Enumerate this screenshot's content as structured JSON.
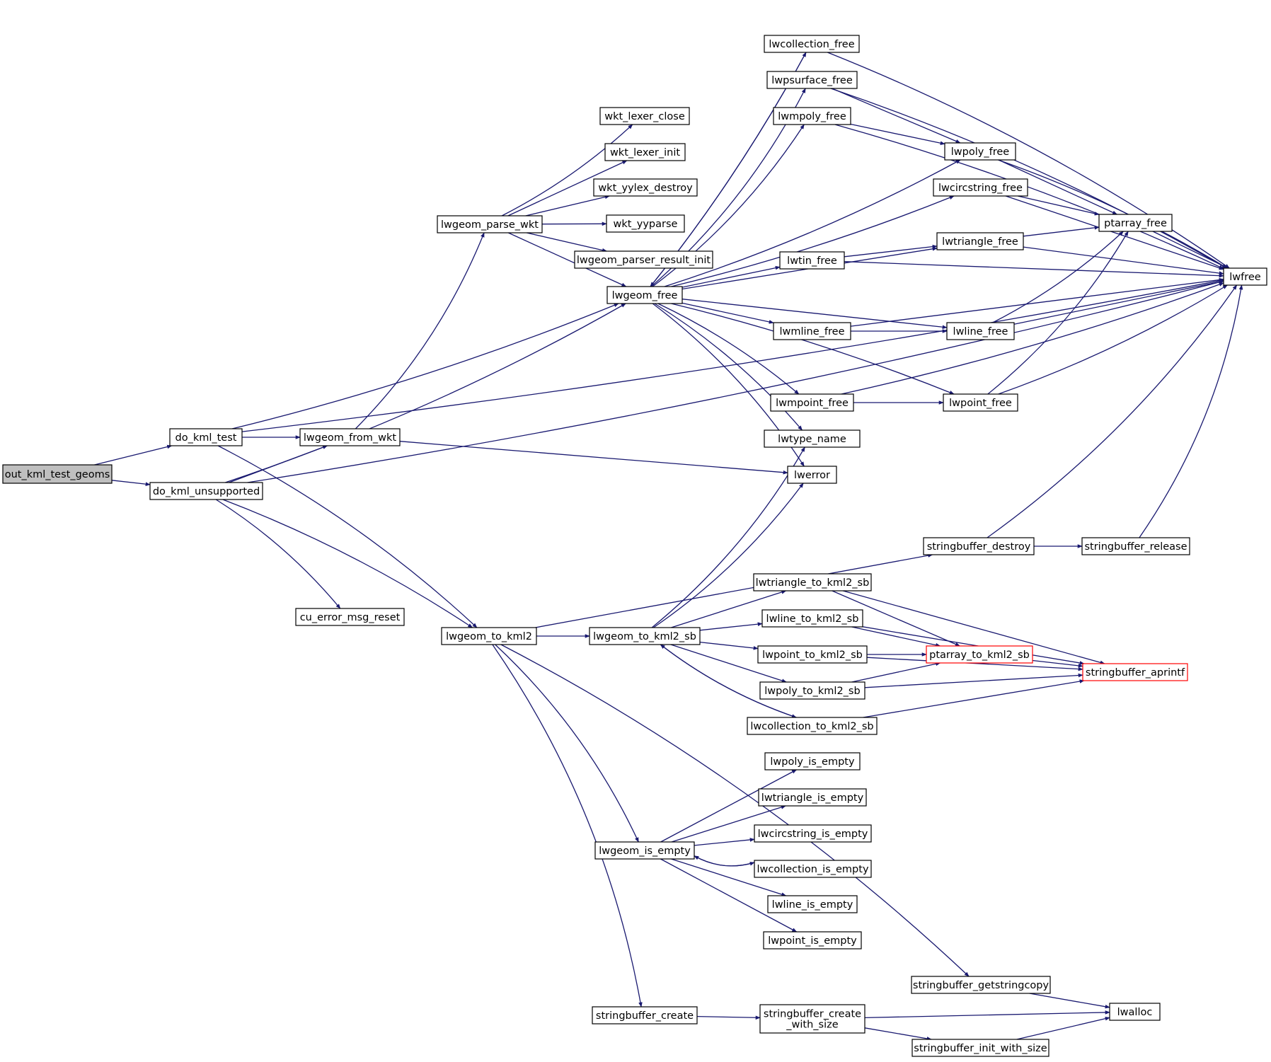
{
  "graph": {
    "colors": {
      "edge": "#191970",
      "node_border": "#000000",
      "root_fill": "#bfbfbf",
      "truncated_border": "#ff0000"
    },
    "nodes": [
      {
        "id": "out_kml_test_geoms",
        "label": "out_kml_test_geoms",
        "kind": "root"
      },
      {
        "id": "do_kml_test",
        "label": "do_kml_test"
      },
      {
        "id": "do_kml_unsupported",
        "label": "do_kml_unsupported"
      },
      {
        "id": "lwgeom_from_wkt",
        "label": "lwgeom_from_wkt"
      },
      {
        "id": "cu_error_msg_reset",
        "label": "cu_error_msg_reset"
      },
      {
        "id": "lwgeom_parse_wkt",
        "label": "lwgeom_parse_wkt"
      },
      {
        "id": "lwgeom_to_kml2",
        "label": "lwgeom_to_kml2"
      },
      {
        "id": "wkt_lexer_close",
        "label": "wkt_lexer_close"
      },
      {
        "id": "wkt_lexer_init",
        "label": "wkt_lexer_init"
      },
      {
        "id": "wkt_yylex_destroy",
        "label": "wkt_yylex_destroy"
      },
      {
        "id": "wkt_yyparse",
        "label": "wkt_yyparse"
      },
      {
        "id": "lwgeom_parser_result_init",
        "label": "lwgeom_parser_result_init"
      },
      {
        "id": "lwgeom_free",
        "label": "lwgeom_free"
      },
      {
        "id": "lwgeom_to_kml2_sb",
        "label": "lwgeom_to_kml2_sb"
      },
      {
        "id": "lwgeom_is_empty",
        "label": "lwgeom_is_empty"
      },
      {
        "id": "stringbuffer_create",
        "label": "stringbuffer_create"
      },
      {
        "id": "lwcollection_free",
        "label": "lwcollection_free"
      },
      {
        "id": "lwpsurface_free",
        "label": "lwpsurface_free"
      },
      {
        "id": "lwmpoly_free",
        "label": "lwmpoly_free"
      },
      {
        "id": "lwtin_free",
        "label": "lwtin_free"
      },
      {
        "id": "lwmline_free",
        "label": "lwmline_free"
      },
      {
        "id": "lwmpoint_free",
        "label": "lwmpoint_free"
      },
      {
        "id": "lwtype_name",
        "label": "lwtype_name"
      },
      {
        "id": "lwerror",
        "label": "lwerror"
      },
      {
        "id": "lwtriangle_to_kml2_sb",
        "label": "lwtriangle_to_kml2_sb"
      },
      {
        "id": "lwline_to_kml2_sb",
        "label": "lwline_to_kml2_sb"
      },
      {
        "id": "lwpoint_to_kml2_sb",
        "label": "lwpoint_to_kml2_sb"
      },
      {
        "id": "lwpoly_to_kml2_sb",
        "label": "lwpoly_to_kml2_sb"
      },
      {
        "id": "lwcollection_to_kml2_sb",
        "label": "lwcollection_to_kml2_sb"
      },
      {
        "id": "lwpoly_is_empty",
        "label": "lwpoly_is_empty"
      },
      {
        "id": "lwtriangle_is_empty",
        "label": "lwtriangle_is_empty"
      },
      {
        "id": "lwcircstring_is_empty",
        "label": "lwcircstring_is_empty"
      },
      {
        "id": "lwcollection_is_empty",
        "label": "lwcollection_is_empty"
      },
      {
        "id": "lwline_is_empty",
        "label": "lwline_is_empty"
      },
      {
        "id": "lwpoint_is_empty",
        "label": "lwpoint_is_empty"
      },
      {
        "id": "stringbuffer_create_with_size",
        "label": "stringbuffer_create\n_with_size"
      },
      {
        "id": "lwpoly_free",
        "label": "lwpoly_free"
      },
      {
        "id": "lwcircstring_free",
        "label": "lwcircstring_free"
      },
      {
        "id": "lwtriangle_free",
        "label": "lwtriangle_free"
      },
      {
        "id": "lwline_free",
        "label": "lwline_free"
      },
      {
        "id": "lwpoint_free",
        "label": "lwpoint_free"
      },
      {
        "id": "stringbuffer_destroy",
        "label": "stringbuffer_destroy"
      },
      {
        "id": "ptarray_to_kml2_sb",
        "label": "ptarray_to_kml2_sb",
        "kind": "truncated"
      },
      {
        "id": "stringbuffer_getstringcopy",
        "label": "stringbuffer_getstringcopy"
      },
      {
        "id": "stringbuffer_init_with_size",
        "label": "stringbuffer_init_with_size"
      },
      {
        "id": "ptarray_free",
        "label": "ptarray_free"
      },
      {
        "id": "stringbuffer_release",
        "label": "stringbuffer_release"
      },
      {
        "id": "stringbuffer_aprintf",
        "label": "stringbuffer_aprintf",
        "kind": "truncated"
      },
      {
        "id": "lwalloc",
        "label": "lwalloc"
      },
      {
        "id": "lwfree",
        "label": "lwfree"
      }
    ],
    "edges": [
      {
        "from": "out_kml_test_geoms",
        "to": "do_kml_test"
      },
      {
        "from": "out_kml_test_geoms",
        "to": "do_kml_unsupported"
      },
      {
        "from": "do_kml_test",
        "to": "lwgeom_from_wkt"
      },
      {
        "from": "do_kml_test",
        "to": "lwgeom_free"
      },
      {
        "from": "do_kml_test",
        "to": "lwgeom_to_kml2"
      },
      {
        "from": "do_kml_test",
        "to": "lwfree"
      },
      {
        "from": "do_kml_unsupported",
        "to": "lwgeom_from_wkt"
      },
      {
        "from": "do_kml_unsupported",
        "to": "cu_error_msg_reset"
      },
      {
        "from": "do_kml_unsupported",
        "to": "lwgeom_to_kml2"
      },
      {
        "from": "do_kml_unsupported",
        "to": "lwgeom_free"
      },
      {
        "from": "do_kml_unsupported",
        "to": "lwfree"
      },
      {
        "from": "lwgeom_from_wkt",
        "to": "lwgeom_parse_wkt"
      },
      {
        "from": "lwgeom_from_wkt",
        "to": "lwerror"
      },
      {
        "from": "lwgeom_parse_wkt",
        "to": "wkt_lexer_close"
      },
      {
        "from": "lwgeom_parse_wkt",
        "to": "wkt_lexer_init"
      },
      {
        "from": "lwgeom_parse_wkt",
        "to": "wkt_yylex_destroy"
      },
      {
        "from": "lwgeom_parse_wkt",
        "to": "wkt_yyparse"
      },
      {
        "from": "lwgeom_parse_wkt",
        "to": "lwgeom_parser_result_init"
      },
      {
        "from": "lwgeom_parse_wkt",
        "to": "lwgeom_free"
      },
      {
        "from": "lwgeom_free",
        "to": "lwcollection_free"
      },
      {
        "from": "lwgeom_free",
        "to": "lwpsurface_free"
      },
      {
        "from": "lwgeom_free",
        "to": "lwmpoly_free"
      },
      {
        "from": "lwgeom_free",
        "to": "lwpoly_free"
      },
      {
        "from": "lwgeom_free",
        "to": "lwcircstring_free"
      },
      {
        "from": "lwgeom_free",
        "to": "lwtriangle_free"
      },
      {
        "from": "lwgeom_free",
        "to": "lwtin_free"
      },
      {
        "from": "lwgeom_free",
        "to": "lwmline_free"
      },
      {
        "from": "lwgeom_free",
        "to": "lwline_free"
      },
      {
        "from": "lwgeom_free",
        "to": "lwmpoint_free"
      },
      {
        "from": "lwgeom_free",
        "to": "lwpoint_free"
      },
      {
        "from": "lwgeom_free",
        "to": "lwtype_name"
      },
      {
        "from": "lwgeom_free",
        "to": "lwerror"
      },
      {
        "from": "lwcollection_free",
        "to": "lwgeom_free"
      },
      {
        "from": "lwcollection_free",
        "to": "lwfree"
      },
      {
        "from": "lwpsurface_free",
        "to": "lwpoly_free"
      },
      {
        "from": "lwpsurface_free",
        "to": "lwfree"
      },
      {
        "from": "lwmpoly_free",
        "to": "lwpoly_free"
      },
      {
        "from": "lwmpoly_free",
        "to": "lwfree"
      },
      {
        "from": "lwpoly_free",
        "to": "ptarray_free"
      },
      {
        "from": "lwpoly_free",
        "to": "lwfree"
      },
      {
        "from": "lwcircstring_free",
        "to": "ptarray_free"
      },
      {
        "from": "lwcircstring_free",
        "to": "lwfree"
      },
      {
        "from": "lwtin_free",
        "to": "lwtriangle_free"
      },
      {
        "from": "lwtin_free",
        "to": "lwfree"
      },
      {
        "from": "lwtriangle_free",
        "to": "ptarray_free"
      },
      {
        "from": "lwtriangle_free",
        "to": "lwfree"
      },
      {
        "from": "lwmline_free",
        "to": "lwline_free"
      },
      {
        "from": "lwmline_free",
        "to": "lwfree"
      },
      {
        "from": "lwline_free",
        "to": "ptarray_free"
      },
      {
        "from": "lwline_free",
        "to": "lwfree"
      },
      {
        "from": "lwmpoint_free",
        "to": "lwpoint_free"
      },
      {
        "from": "lwmpoint_free",
        "to": "lwfree"
      },
      {
        "from": "lwpoint_free",
        "to": "ptarray_free"
      },
      {
        "from": "lwpoint_free",
        "to": "lwfree"
      },
      {
        "from": "ptarray_free",
        "to": "lwfree"
      },
      {
        "from": "lwgeom_to_kml2",
        "to": "stringbuffer_destroy"
      },
      {
        "from": "lwgeom_to_kml2",
        "to": "lwgeom_to_kml2_sb"
      },
      {
        "from": "lwgeom_to_kml2",
        "to": "lwgeom_is_empty"
      },
      {
        "from": "lwgeom_to_kml2",
        "to": "stringbuffer_getstringcopy"
      },
      {
        "from": "lwgeom_to_kml2",
        "to": "stringbuffer_create"
      },
      {
        "from": "stringbuffer_destroy",
        "to": "stringbuffer_release"
      },
      {
        "from": "stringbuffer_destroy",
        "to": "lwfree"
      },
      {
        "from": "stringbuffer_release",
        "to": "lwfree"
      },
      {
        "from": "lwgeom_to_kml2_sb",
        "to": "lwtype_name"
      },
      {
        "from": "lwgeom_to_kml2_sb",
        "to": "lwerror"
      },
      {
        "from": "lwgeom_to_kml2_sb",
        "to": "lwtriangle_to_kml2_sb"
      },
      {
        "from": "lwgeom_to_kml2_sb",
        "to": "lwline_to_kml2_sb"
      },
      {
        "from": "lwgeom_to_kml2_sb",
        "to": "lwpoint_to_kml2_sb"
      },
      {
        "from": "lwgeom_to_kml2_sb",
        "to": "lwpoly_to_kml2_sb"
      },
      {
        "from": "lwgeom_to_kml2_sb",
        "to": "lwcollection_to_kml2_sb"
      },
      {
        "from": "lwcollection_to_kml2_sb",
        "to": "lwgeom_to_kml2_sb"
      },
      {
        "from": "lwcollection_to_kml2_sb",
        "to": "stringbuffer_aprintf"
      },
      {
        "from": "lwtriangle_to_kml2_sb",
        "to": "ptarray_to_kml2_sb"
      },
      {
        "from": "lwtriangle_to_kml2_sb",
        "to": "stringbuffer_aprintf"
      },
      {
        "from": "lwline_to_kml2_sb",
        "to": "ptarray_to_kml2_sb"
      },
      {
        "from": "lwline_to_kml2_sb",
        "to": "stringbuffer_aprintf"
      },
      {
        "from": "lwpoint_to_kml2_sb",
        "to": "ptarray_to_kml2_sb"
      },
      {
        "from": "lwpoint_to_kml2_sb",
        "to": "stringbuffer_aprintf"
      },
      {
        "from": "lwpoly_to_kml2_sb",
        "to": "ptarray_to_kml2_sb"
      },
      {
        "from": "lwpoly_to_kml2_sb",
        "to": "stringbuffer_aprintf"
      },
      {
        "from": "ptarray_to_kml2_sb",
        "to": "stringbuffer_aprintf"
      },
      {
        "from": "lwgeom_is_empty",
        "to": "lwpoly_is_empty"
      },
      {
        "from": "lwgeom_is_empty",
        "to": "lwtriangle_is_empty"
      },
      {
        "from": "lwgeom_is_empty",
        "to": "lwcircstring_is_empty"
      },
      {
        "from": "lwgeom_is_empty",
        "to": "lwcollection_is_empty"
      },
      {
        "from": "lwgeom_is_empty",
        "to": "lwline_is_empty"
      },
      {
        "from": "lwgeom_is_empty",
        "to": "lwpoint_is_empty"
      },
      {
        "from": "lwcollection_is_empty",
        "to": "lwgeom_is_empty"
      },
      {
        "from": "stringbuffer_getstringcopy",
        "to": "lwalloc"
      },
      {
        "from": "stringbuffer_create",
        "to": "stringbuffer_create_with_size"
      },
      {
        "from": "stringbuffer_create_with_size",
        "to": "lwalloc"
      },
      {
        "from": "stringbuffer_create_with_size",
        "to": "stringbuffer_init_with_size"
      },
      {
        "from": "stringbuffer_init_with_size",
        "to": "lwalloc"
      }
    ]
  }
}
